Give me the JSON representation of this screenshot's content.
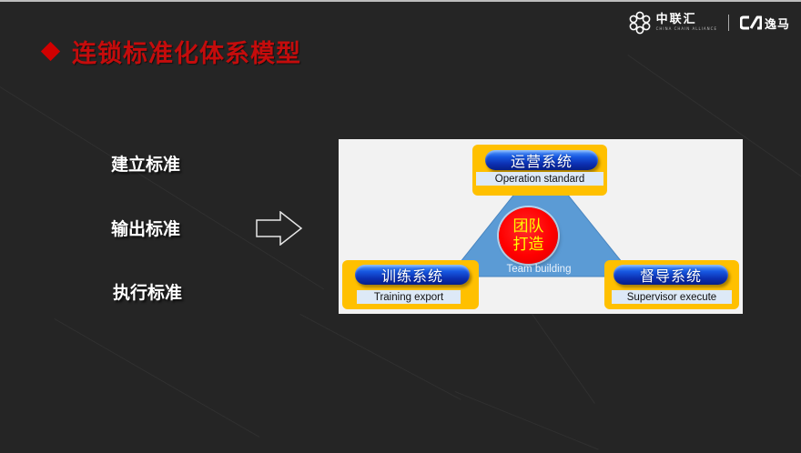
{
  "slide": {
    "title": "连锁标准化体系模型",
    "title_bullet_icon": "red-diamond-icon",
    "colors": {
      "background": "#252525",
      "title": "#c40c0c",
      "box_fill": "#ffc000",
      "pill_blue": "#0c2fb0",
      "triangle": "#5b9bd5",
      "core_red": "#ff0000",
      "core_text": "#ffff00"
    }
  },
  "logos": {
    "brand1": {
      "name": "中联汇",
      "tagline": "CHINA CHAIN ALLIANCE",
      "icon": "flower-ring-logo-icon"
    },
    "brand2": {
      "name": "逸马",
      "icon": "cm-logo-icon"
    }
  },
  "standards": [
    {
      "label": "建立标准"
    },
    {
      "label": "输出标准"
    },
    {
      "label": "执行标准"
    }
  ],
  "arrow": {
    "icon": "right-arrow-outline-icon"
  },
  "diagram": {
    "top": {
      "title": "运营系统",
      "subtitle": "Operation standard"
    },
    "left": {
      "title": "训练系统",
      "subtitle": "Training export"
    },
    "right": {
      "title": "督导系统",
      "subtitle": "Supervisor execute"
    },
    "center": {
      "line1": "团队",
      "line2": "打造",
      "subtitle": "Team building"
    }
  }
}
